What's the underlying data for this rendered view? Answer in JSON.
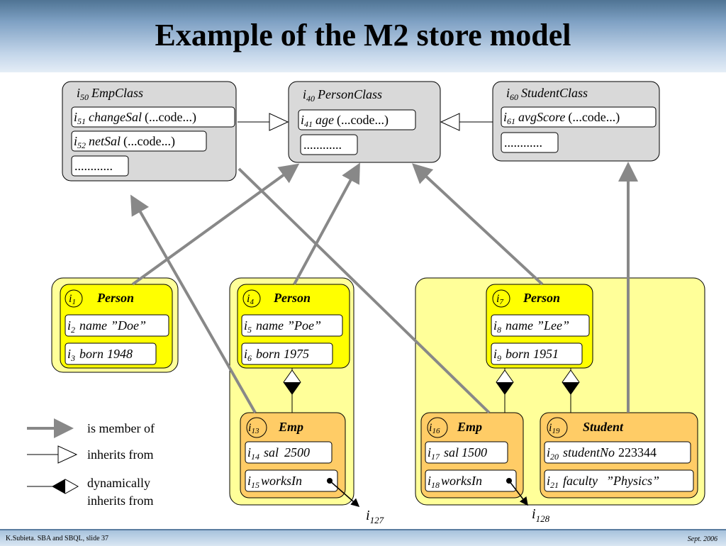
{
  "title": "Example of the M2 store model",
  "footer": {
    "left": "K.Subieta. SBA and SBQL, slide 37",
    "right": "Sept. 2006"
  },
  "classes": {
    "emp": {
      "id": "50",
      "name": "EmpClass",
      "m1_id": "51",
      "m1_name": "changeSal",
      "m1_code": "(...code...)",
      "m2_id": "52",
      "m2_name": "netSal",
      "m2_code": "(...code...)",
      "dots": "............"
    },
    "person": {
      "id": "40",
      "name": "PersonClass",
      "m1_id": "41",
      "m1_name": "age",
      "m1_code": "(...code...)",
      "dots": "............"
    },
    "student": {
      "id": "60",
      "name": "StudentClass",
      "m1_id": "61",
      "m1_name": "avgScore",
      "m1_code": "(...code...)",
      "dots": "............"
    }
  },
  "objects": {
    "doe": {
      "id": "1",
      "label": "Person",
      "name_id": "2",
      "name_attr": "name",
      "name_val": "”Doe”",
      "born_id": "3",
      "born_attr": "born",
      "born_val": "1948"
    },
    "poe": {
      "id": "4",
      "label": "Person",
      "name_id": "5",
      "name_attr": "name",
      "name_val": "”Poe”",
      "born_id": "6",
      "born_attr": "born",
      "born_val": "1975"
    },
    "lee": {
      "id": "7",
      "label": "Person",
      "name_id": "8",
      "name_attr": "name",
      "name_val": "”Lee”",
      "born_id": "9",
      "born_attr": "born",
      "born_val": "1951"
    },
    "emp_poe": {
      "id": "13",
      "label": "Emp",
      "sal_id": "14",
      "sal_attr": "sal",
      "sal_val": "2500",
      "wk_id": "15",
      "wk_attr": "worksIn"
    },
    "emp_lee": {
      "id": "16",
      "label": "Emp",
      "sal_id": "17",
      "sal_attr": "sal",
      "sal_val": "1500",
      "wk_id": "18",
      "wk_attr": "worksIn"
    },
    "student_lee": {
      "id": "19",
      "label": "Student",
      "sno_id": "20",
      "sno_attr": "studentNo",
      "sno_val": "223344",
      "fac_id": "21",
      "fac_attr": "faculty",
      "fac_val": "”Physics”"
    }
  },
  "refs": {
    "r1": "127",
    "r2": "128"
  },
  "legend": {
    "member": "is member of",
    "inherits": "inherits from",
    "dyn1": "dynamically",
    "dyn2": "inherits from"
  },
  "colors": {
    "class_fill": "#d9d9d9",
    "group_fill": "#ffff99",
    "person_fill": "#ffff00",
    "role_fill": "#ffcc66",
    "arrow": "#888888"
  }
}
